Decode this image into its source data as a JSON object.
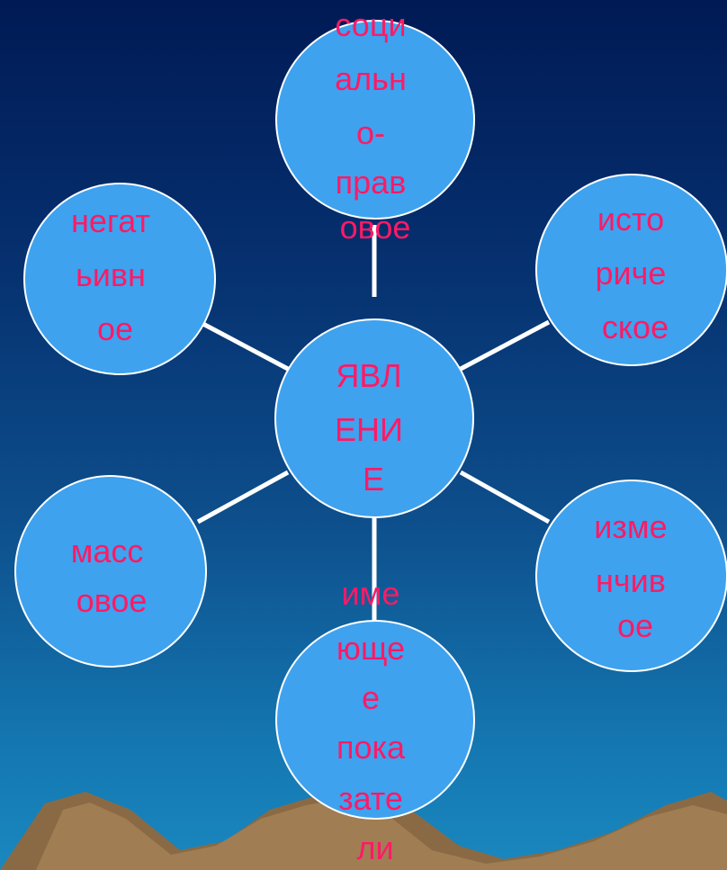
{
  "diagram": {
    "center": {
      "id": "center",
      "lines": [
        "ЯВЛ",
        "ЕНИ",
        "Е"
      ]
    },
    "nodes": [
      {
        "id": "top",
        "lines": [
          "соци",
          "альн",
          "о-",
          "прав",
          "овое"
        ]
      },
      {
        "id": "top-left",
        "lines": [
          "негат",
          "ьивн",
          "ое"
        ]
      },
      {
        "id": "top-right",
        "lines": [
          "исто",
          "риче",
          "ское"
        ]
      },
      {
        "id": "bottom-left",
        "lines": [
          "масс",
          "овое"
        ]
      },
      {
        "id": "bottom-right",
        "lines": [
          "изме",
          "нчив",
          "ое"
        ]
      },
      {
        "id": "bottom",
        "lines": [
          "име",
          "юще",
          "е",
          "пока",
          "зате",
          "ли"
        ]
      }
    ],
    "colors": {
      "circle_fill": "#3ea2ef",
      "circle_stroke": "#ffffff",
      "connector": "#ffffff",
      "label": "#ff1a66",
      "mountain": "#8a6a44"
    }
  }
}
